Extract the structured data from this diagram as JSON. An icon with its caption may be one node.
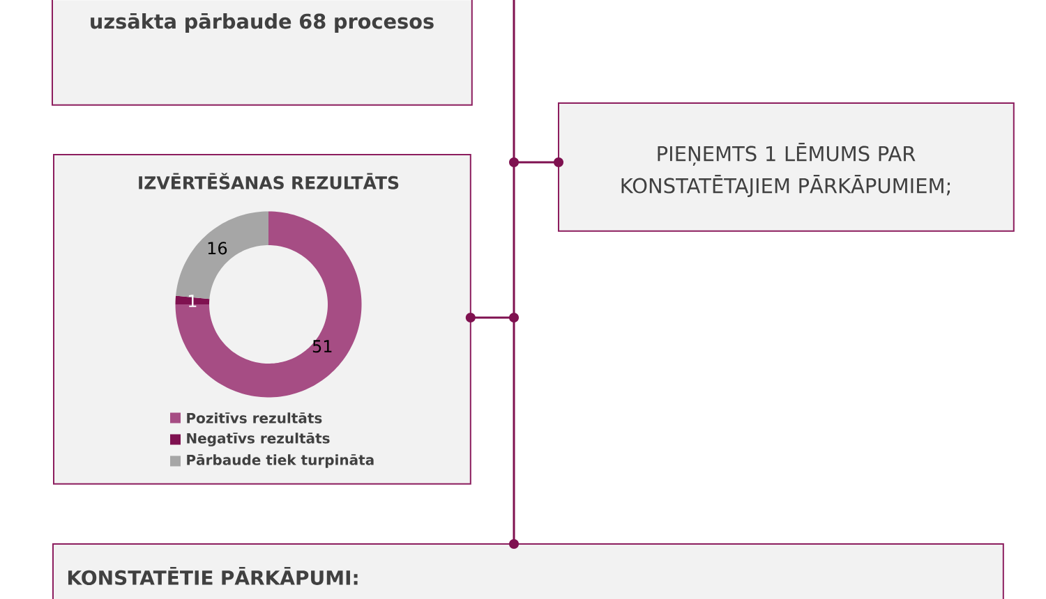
{
  "diagram": {
    "nodes": [
      {
        "text": [
          "uzsākta pārbaude 68 procesos"
        ]
      },
      {
        "text": [
          "PIEŅEMTS 1 LĒMUMS PAR KONSTATĒTAJIEM PĀRKĀPUMIEM;"
        ]
      },
      {
        "text": [
          "IZVĒRTĒŠANAS REZULTĀTS"
        ]
      },
      {
        "text": [
          "KONSTATĒTIE PĀRKĀPUMI:"
        ]
      }
    ],
    "edges": [
      {
        "from": null,
        "to": 1,
        "arrow": "other"
      },
      {
        "from": null,
        "to": 2,
        "arrow": "other"
      },
      {
        "from": null,
        "to": 3,
        "arrow": "other"
      }
    ],
    "legend": [
      {
        "text": "Pozitīvs rezultāts",
        "color": "#a64d84"
      },
      {
        "text": "Negatīvs rezultāts",
        "color": "#7f1150"
      },
      {
        "text": "Pārbaude tiek turpināta",
        "color": "#a6a6a6"
      }
    ],
    "chart_data": {
      "type": "donut",
      "values": [
        51,
        1,
        16
      ],
      "data_labels": true
    }
  }
}
